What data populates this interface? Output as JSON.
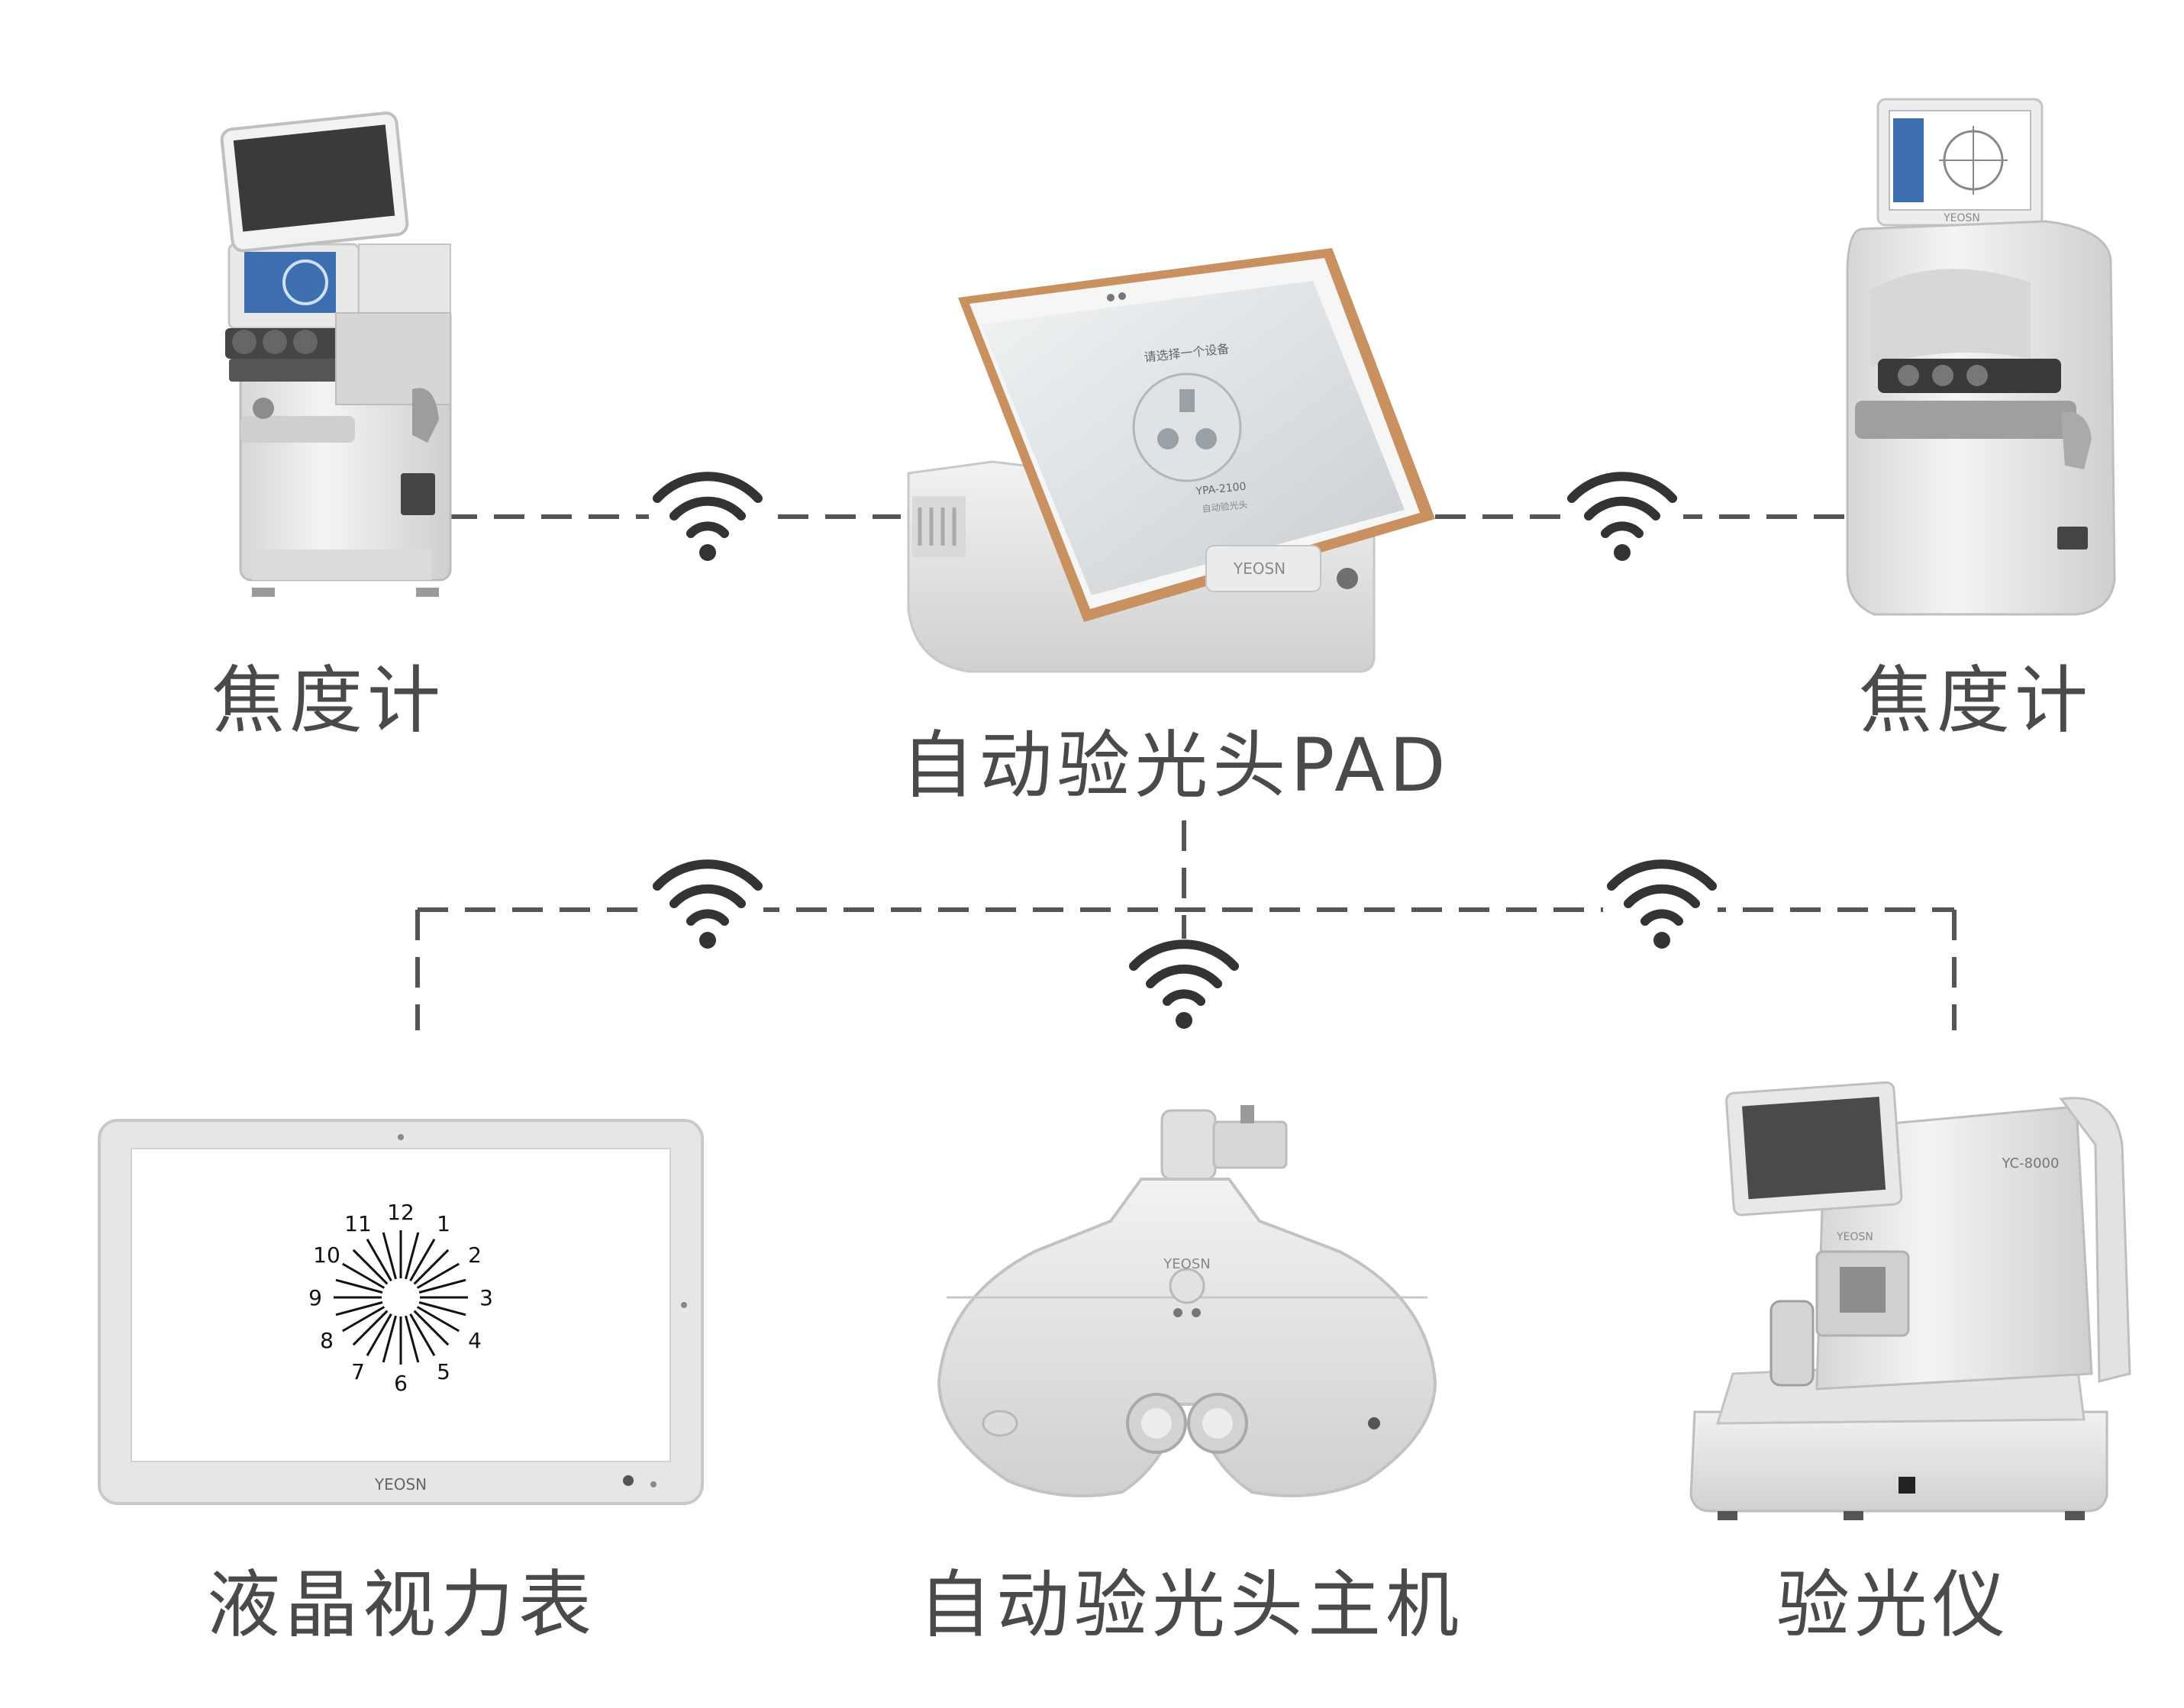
{
  "labels": {
    "lensmeter_left": "焦度计",
    "pad": "自动验光头PAD",
    "lensmeter_right": "焦度计",
    "lcd_chart": "液晶视力表",
    "phoropter_host": "自动验光头主机",
    "refractometer": "验光仪"
  },
  "product_text": {
    "brand": "YEOSN",
    "pad_screen_prompt": "请选择一个设备",
    "pad_screen_model": "YPA-2100",
    "pad_screen_caption": "自动验光头",
    "refractometer_model": "YC-8000"
  },
  "clock_chart": {
    "numbers": [
      "12",
      "1",
      "2",
      "3",
      "4",
      "5",
      "6",
      "7",
      "8",
      "9",
      "10",
      "11"
    ]
  },
  "colors": {
    "line": "#555555",
    "wifi": "#333333",
    "label_text": "#4a4a4a",
    "device_body": "#e8e8e8",
    "device_shadow": "#c4c4c4",
    "pad_frame": "#c9915f",
    "lensmeter_panel": "#3d6fb0"
  },
  "icons": [
    "wifi-icon"
  ]
}
